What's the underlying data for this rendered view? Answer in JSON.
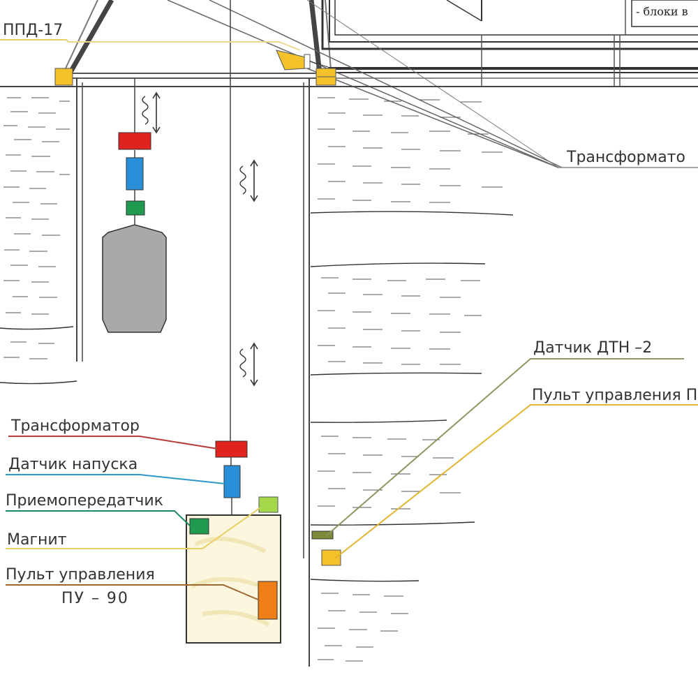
{
  "diagram": {
    "top_note": "- блоки в",
    "labels": {
      "ppd17": "ППД-17",
      "transformer_surface": "Трансформато",
      "sensor_dtn2": "Датчик  ДТН –2",
      "control_panel_right": "Пульт управления П",
      "transformer": "Трансформатор",
      "launch_sensor": "Датчик напуска",
      "transceiver": "Приемопередатчик",
      "magnet": "Магнит",
      "control_panel": "Пульт управления",
      "control_panel_model": "ПУ – 90"
    },
    "colors": {
      "transformer_red": "#e0231e",
      "sensor_blue": "#2a8fd9",
      "transceiver_green": "#1f9a4e",
      "magnet_lime": "#a6d94a",
      "panel_orange": "#f07f18",
      "ppd_yellow": "#f3c12a",
      "dtn_olive": "#7d8a3a",
      "weight_gray": "#a9a9a9",
      "box_cream": "#fbf6dd",
      "leader_red": "#b83a36",
      "leader_blue": "#2e95c8",
      "leader_green": "#1e8a62",
      "leader_yellow": "#e8cf67",
      "leader_brown": "#a1652e",
      "leader_olive": "#8a9860",
      "leader_gold": "#e0b530"
    }
  }
}
